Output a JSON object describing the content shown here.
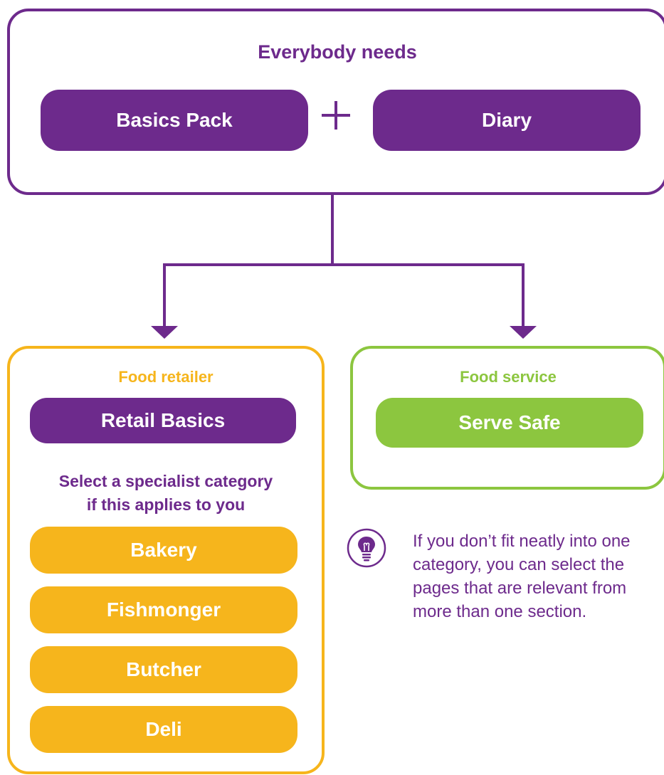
{
  "top": {
    "heading": "Everybody needs",
    "left_pill": "Basics Pack",
    "plus": "+",
    "right_pill": "Diary"
  },
  "retail": {
    "heading": "Food retailer",
    "main_pill": "Retail Basics",
    "subheading_line1": "Select a specialist category",
    "subheading_line2": "if this applies to you",
    "categories": [
      "Bakery",
      "Fishmonger",
      "Butcher",
      "Deli"
    ]
  },
  "service": {
    "heading": "Food service",
    "main_pill": "Serve Safe"
  },
  "tip": {
    "icon": "lightbulb-icon",
    "text": "If you don’t fit neatly into one category, you can select the pages that are relevant from more than one section."
  },
  "colors": {
    "purple": "#6d2a8c",
    "yellow": "#f6b51c",
    "green": "#8cc63f"
  }
}
